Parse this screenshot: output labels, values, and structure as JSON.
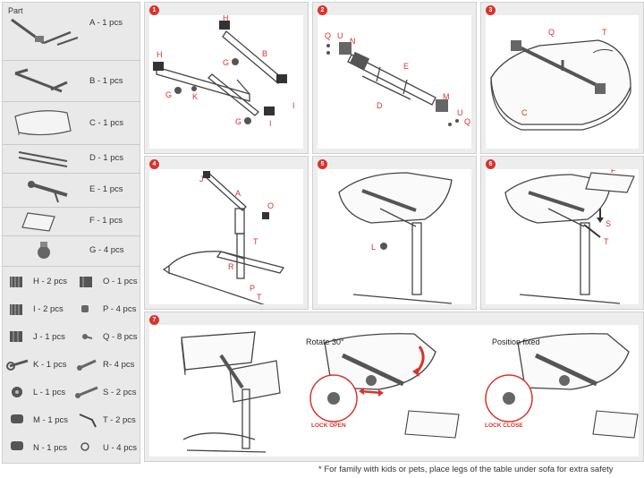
{
  "parts_panel": {
    "title": "Part",
    "large_parts": [
      {
        "label": "A - 1 pcs"
      },
      {
        "label": "B - 1 pcs"
      },
      {
        "label": "C - 1 pcs"
      },
      {
        "label": "D - 1 pcs"
      },
      {
        "label": "E - 1 pcs"
      },
      {
        "label": "F - 1 pcs"
      },
      {
        "label": "G - 4 pcs"
      }
    ],
    "small_parts_left": [
      {
        "label": "H - 2 pcs"
      },
      {
        "label": "I - 2 pcs"
      },
      {
        "label": "J - 1 pcs"
      },
      {
        "label": "K - 1 pcs"
      },
      {
        "label": "L - 1 pcs"
      },
      {
        "label": "M - 1 pcs"
      },
      {
        "label": "N - 1 pcs"
      }
    ],
    "small_parts_right": [
      {
        "label": "O - 1 pcs"
      },
      {
        "label": "P - 4 pcs"
      },
      {
        "label": "Q - 8 pcs"
      },
      {
        "label": "R- 4 pcs"
      },
      {
        "label": "S - 2 pcs"
      },
      {
        "label": "T - 2 pcs"
      },
      {
        "label": "U - 4 pcs"
      }
    ]
  },
  "steps": [
    {
      "number": "1",
      "callouts": [
        "H",
        "H",
        "B",
        "G",
        "G",
        "K",
        "I",
        "I",
        "G"
      ]
    },
    {
      "number": "2",
      "callouts": [
        "Q",
        "U",
        "N",
        "E",
        "D",
        "M",
        "U",
        "Q"
      ]
    },
    {
      "number": "3",
      "callouts": [
        "Q",
        "T",
        "C"
      ]
    },
    {
      "number": "4",
      "callouts": [
        "J",
        "A",
        "O",
        "T",
        "R",
        "P",
        "T"
      ]
    },
    {
      "number": "5",
      "callouts": [
        "L"
      ]
    },
    {
      "number": "6",
      "callouts": [
        "F",
        "S",
        "T"
      ]
    },
    {
      "number": "7",
      "callouts": []
    }
  ],
  "step7": {
    "rotate_caption": "Rotate 30°",
    "fixed_caption": "Position fixed",
    "lock_open": "LOCK OPEN",
    "lock_close": "LOCK CLOSE"
  },
  "footnote": "* For family with kids or pets, place legs of the table under sofa for extra safety",
  "colors": {
    "accent": "#d9332b",
    "panel": "#e9e9e9",
    "line": "#444444"
  }
}
